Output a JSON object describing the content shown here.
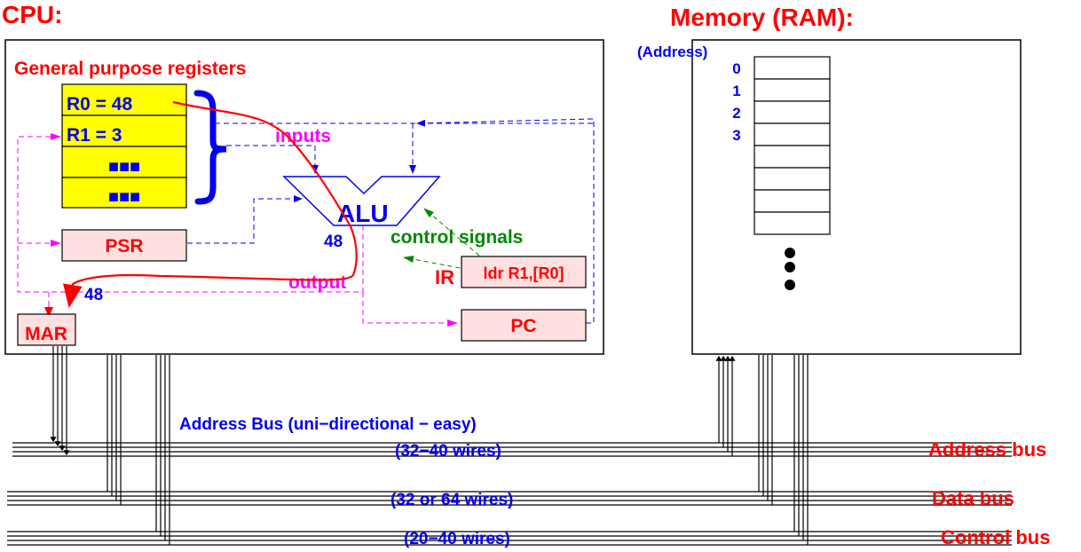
{
  "cpu": {
    "title": "CPU:",
    "registers_label": "General purpose registers",
    "registers": [
      {
        "label": "R0 = 48"
      },
      {
        "label": "R1 = 3"
      },
      {
        "label": "■■■"
      },
      {
        "label": "■■■"
      }
    ],
    "psr_label": "PSR",
    "mar_label": "MAR",
    "alu_label": "ALU",
    "alu_value": "48",
    "mar_value": "48",
    "inputs_label": "inputs",
    "output_label": "output",
    "control_signals_label": "control signals",
    "ir_label": "IR",
    "ir_value": "ldr R1,[R0]",
    "pc_label": "PC"
  },
  "memory": {
    "title": "Memory (RAM):",
    "address_header": "(Address)",
    "addresses": [
      "0",
      "1",
      "2",
      "3"
    ],
    "cell_count": 8,
    "ellipsis_dots": 3
  },
  "buses": {
    "address_bus_note": "Address Bus (uni−directional − easy)",
    "address_wires": "(32−40 wires)",
    "data_wires": "(32 or 64 wires)",
    "control_wires": "(20−40 wires)",
    "address_bus_label": "Address bus",
    "data_bus_label": "Data bus",
    "control_bus_label": "Control bus"
  },
  "colors": {
    "title_red": "#ff0000",
    "value_blue": "#0000ee",
    "flow_magenta": "#ff00ff",
    "control_green": "#008800",
    "register_yellow": "#ffff00",
    "special_register_pink": "#ffe0e0"
  }
}
